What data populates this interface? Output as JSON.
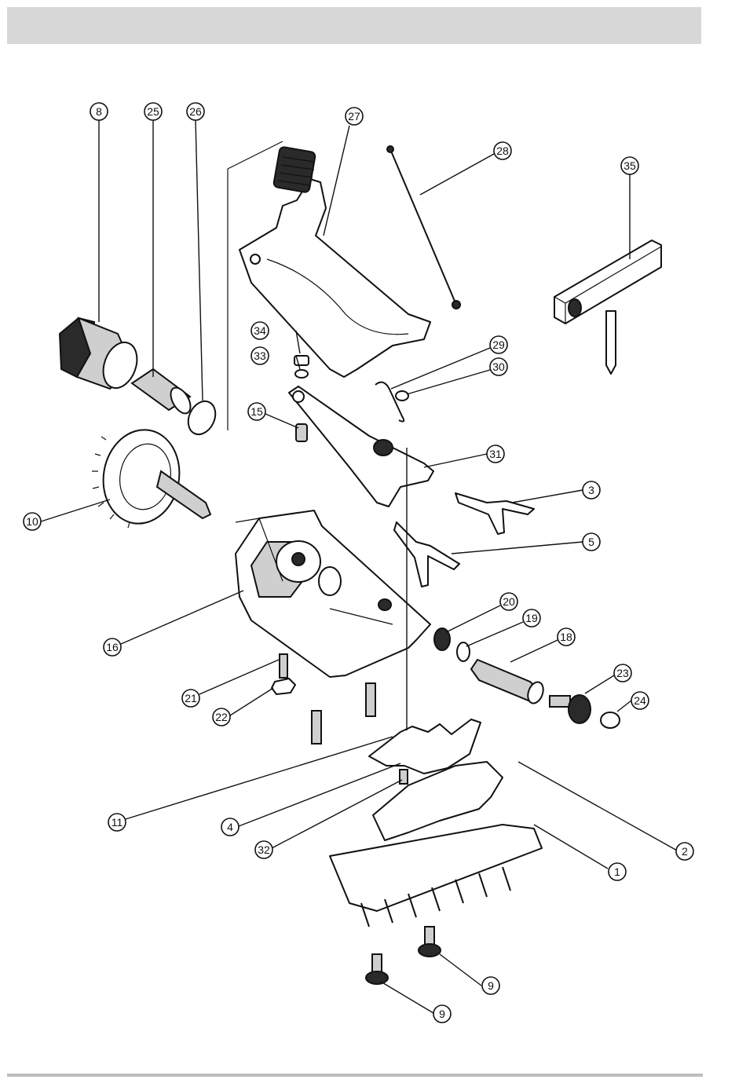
{
  "header": {
    "title": ""
  },
  "diagram": {
    "callouts": [
      "8",
      "25",
      "26",
      "27",
      "28",
      "35",
      "34",
      "33",
      "29",
      "30",
      "15",
      "31",
      "10",
      "3",
      "5",
      "16",
      "20",
      "19",
      "18",
      "23",
      "24",
      "21",
      "22",
      "11",
      "4",
      "32",
      "2",
      "1",
      "9",
      "9"
    ]
  }
}
